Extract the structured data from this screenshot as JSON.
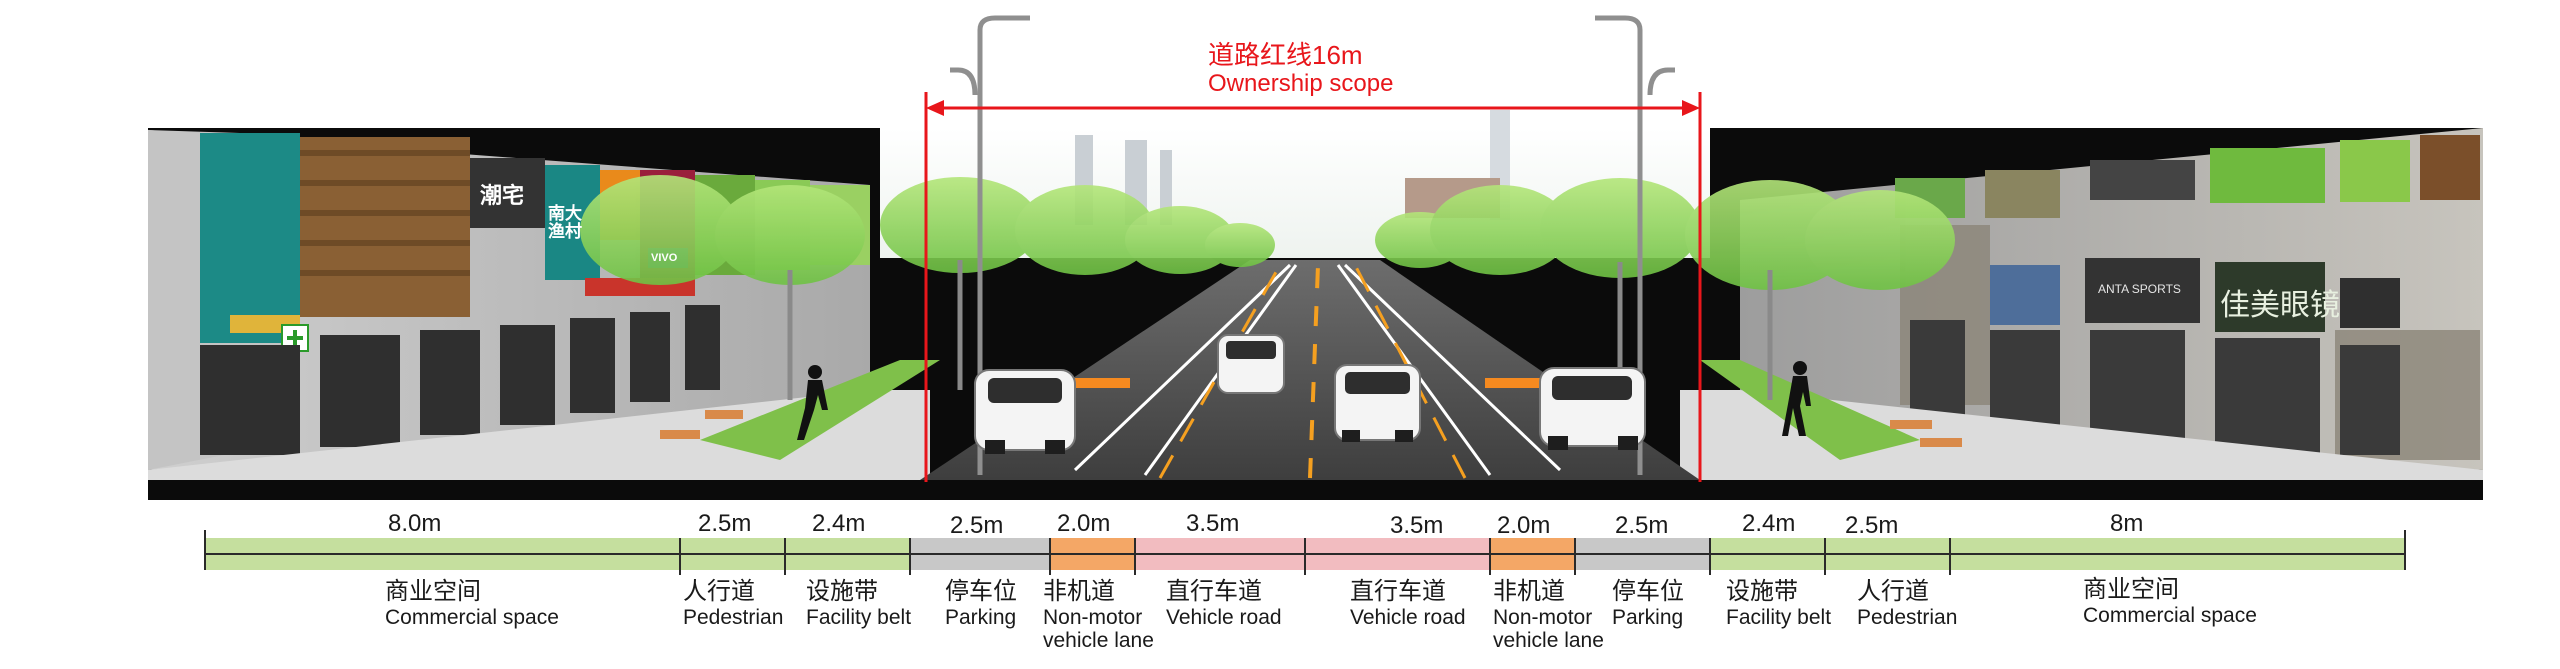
{
  "scope": {
    "label_cn": "道路红线16m",
    "label_en": "Ownership scope",
    "color": "#e8161b"
  },
  "colors": {
    "commercial": "#c5df9e",
    "pedestrian": "#c5df9e",
    "facility": "#c5df9e",
    "parking": "#c8c8c8",
    "nonmotor": "#f4a766",
    "vehicle": "#f2bcc0",
    "road": "#4a4a4a",
    "lane_mark": "#ffffff",
    "center_mark": "#f5a020",
    "tree": "#8fd35a",
    "ground": "#0b0b0b"
  },
  "segments": [
    {
      "id": "commercial-left",
      "width": "8.0m",
      "cn": "商业空间",
      "en": "Commercial space",
      "type": "commercial"
    },
    {
      "id": "pedestrian-left",
      "width": "2.5m",
      "cn": "人行道",
      "en": "Pedestrian",
      "type": "pedestrian"
    },
    {
      "id": "facility-left",
      "width": "2.4m",
      "cn": "设施带",
      "en": "Facility belt",
      "type": "facility"
    },
    {
      "id": "parking-left",
      "width": "2.5m",
      "cn": "停车位",
      "en": "Parking",
      "type": "parking"
    },
    {
      "id": "nonmotor-left",
      "width": "2.0m",
      "cn": "非机道",
      "en": "Non-motor vehicle lane",
      "en1": "Non-motor",
      "en2": "vehicle lane",
      "type": "nonmotor"
    },
    {
      "id": "vehicle-left",
      "width": "3.5m",
      "cn": "直行车道",
      "en": "Vehicle road",
      "type": "vehicle"
    },
    {
      "id": "vehicle-right",
      "width": "3.5m",
      "cn": "直行车道",
      "en": "Vehicle road",
      "type": "vehicle"
    },
    {
      "id": "nonmotor-right",
      "width": "2.0m",
      "cn": "非机道",
      "en": "Non-motor vehicle lane",
      "en1": "Non-motor",
      "en2": "vehicle lane",
      "type": "nonmotor"
    },
    {
      "id": "parking-right",
      "width": "2.5m",
      "cn": "停车位",
      "en": "Parking",
      "type": "parking"
    },
    {
      "id": "facility-right",
      "width": "2.4m",
      "cn": "设施带",
      "en": "Facility belt",
      "type": "facility"
    },
    {
      "id": "pedestrian-right",
      "width": "2.5m",
      "cn": "人行道",
      "en": "Pedestrian",
      "type": "pedestrian"
    },
    {
      "id": "commercial-right",
      "width": "8m",
      "cn": "商业空间",
      "en": "Commercial space",
      "type": "commercial"
    }
  ],
  "signage": {
    "left_1": "潮宅",
    "left_2": "南大渔村",
    "left_3": "VIVO",
    "right_1": "ANTA SPORTS",
    "right_2": "佳美眼镜"
  }
}
